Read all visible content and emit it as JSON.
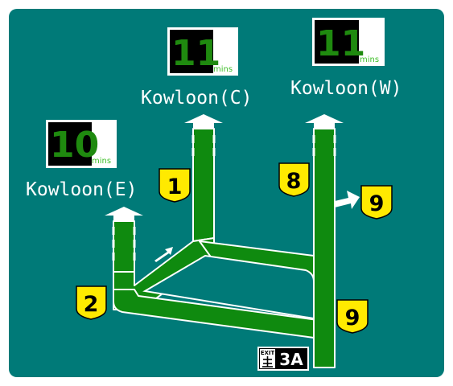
{
  "colors": {
    "background": "#007a78",
    "road": "#0f8a0f",
    "badge": "#ffea00",
    "display": "#000000",
    "display_digits": "#1f8a0f"
  },
  "destinations": {
    "east": "Kowloon(E)",
    "central": "Kowloon(C)",
    "west": "Kowloon(W)"
  },
  "travel_times": {
    "east": {
      "value": "10",
      "unit": "mins"
    },
    "central": {
      "value": "11",
      "unit": "mins"
    },
    "west": {
      "value": "11",
      "unit": "mins"
    }
  },
  "route_badges": {
    "east": "2",
    "central": "1",
    "west": "8",
    "right_exit": "9",
    "main": "9"
  },
  "exit": {
    "label": "EXIT",
    "number": "3A",
    "icon": "exit-symbol-icon"
  }
}
